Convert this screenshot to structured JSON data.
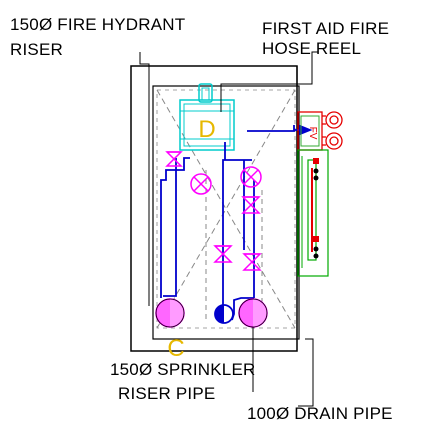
{
  "labels": {
    "fire_hydrant_line1": "150Ø FIRE HYDRANT",
    "fire_hydrant_line2": "RISER",
    "hose_reel_line1": "FIRST AID FIRE",
    "hose_reel_line2": "HOSE REEL",
    "sprinkler_line1": "150Ø SPRINKLER",
    "sprinkler_line2": "RISER PIPE",
    "drain_pipe": "100Ø DRAIN PIPE"
  },
  "fire_valve_letters": "FV",
  "hose_reel_letter": "D",
  "drain_letter": "C",
  "colors": {
    "outline": "#000000",
    "pipe_blue": "#0000cc",
    "valve_magenta": "#ff00ff",
    "hose_cyan": "#00cccc",
    "hose_yellow": "#e6b800",
    "fv_red": "#e60000",
    "fv_green": "#33aa33",
    "gauge_green": "#00aa00",
    "dashed_grey": "#888888",
    "riser_fill": "#ff66ff"
  }
}
